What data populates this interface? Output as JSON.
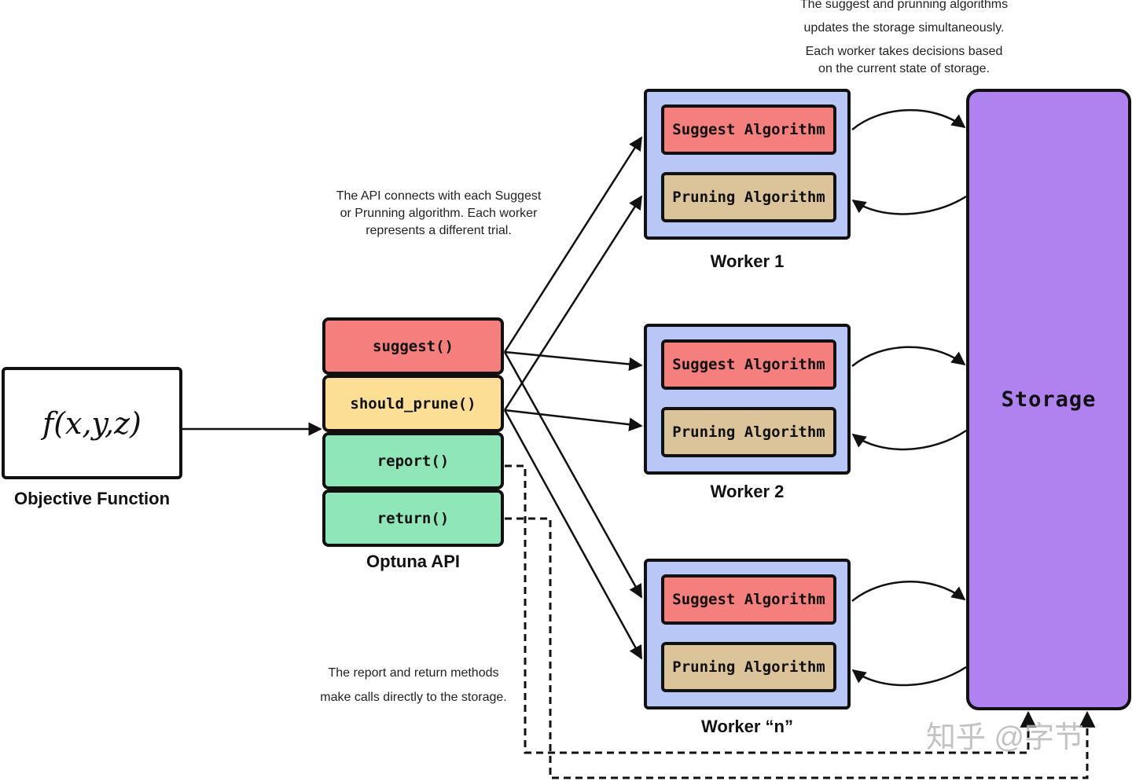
{
  "objective": {
    "formula": "f(x,y,z)",
    "label": "Objective Function"
  },
  "api": {
    "label": "Optuna API",
    "methods": [
      "suggest()",
      "should_prune()",
      "report()",
      "return()"
    ]
  },
  "workers": [
    {
      "label": "Worker 1",
      "suggest": "Suggest Algorithm",
      "pruning": "Pruning Algorithm"
    },
    {
      "label": "Worker 2",
      "suggest": "Suggest Algorithm",
      "pruning": "Pruning Algorithm"
    },
    {
      "label": "Worker “n”",
      "suggest": "Suggest Algorithm",
      "pruning": "Pruning Algorithm"
    }
  ],
  "storage": {
    "label": "Storage"
  },
  "notes": {
    "storage_top": [
      "The suggest and prunning algorithms",
      "updates the storage simultaneously.",
      "Each worker takes decisions based",
      "on the current state of storage."
    ],
    "api_connect": [
      "The API connects with each Suggest",
      "or  Prunning algorithm. Each worker",
      "represents a different trial."
    ],
    "report_return": [
      "The report and return methods",
      "make calls directly to the storage."
    ]
  },
  "watermark": "知乎 @字节"
}
